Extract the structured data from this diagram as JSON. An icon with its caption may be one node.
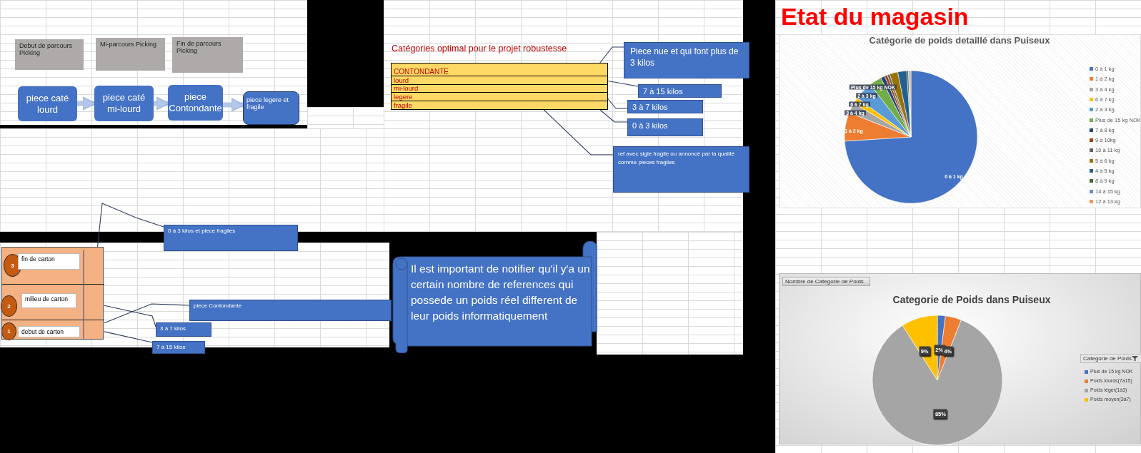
{
  "diagram": {
    "title": "Etat du magasin",
    "nodes": [
      {
        "text": [
          "Debut de parcours Picking"
        ]
      },
      {
        "text": [
          "Mi-parcours Picking"
        ]
      },
      {
        "text": [
          "Fin de parcours Picking"
        ]
      },
      {
        "text": [
          "piece caté lourd"
        ]
      },
      {
        "text": [
          "piece caté mi-lourd"
        ]
      },
      {
        "text": [
          "piece Contondante"
        ]
      },
      {
        "text": [
          "piece legere et fragile"
        ]
      },
      {
        "text": [
          "CONTONDANTE"
        ]
      },
      {
        "text": [
          "lourd"
        ]
      },
      {
        "text": [
          "mi-lourd"
        ]
      },
      {
        "text": [
          "legere"
        ]
      },
      {
        "text": [
          "fragile"
        ]
      },
      {
        "text": [
          "Piece nue et qui font plus de 3 kilos"
        ]
      },
      {
        "text": [
          "7 à 15 kilos"
        ]
      },
      {
        "text": [
          "3 à 7 kilos"
        ]
      },
      {
        "text": [
          "0 à 3 kilos"
        ]
      },
      {
        "text": [
          "ref avec sigle fragile ou annoncé par la qualité comme pieces fragiles"
        ]
      },
      {
        "text": [],
        "shape": "box"
      },
      {
        "text": [],
        "shape": "box",
        "in": 17
      },
      {
        "text": [
          "3"
        ],
        "in": 18
      },
      {
        "text": [
          "fin de carton"
        ],
        "in": 18
      },
      {
        "text": [],
        "shape": "box",
        "in": 17
      },
      {
        "text": [
          "2"
        ],
        "in": 21
      },
      {
        "text": [
          "milieu de carton"
        ],
        "in": 21
      },
      {
        "text": [],
        "shape": "box",
        "in": 17
      },
      {
        "text": [
          "1"
        ],
        "in": 24
      },
      {
        "text": [
          "debut de carton"
        ],
        "in": 24
      },
      {
        "text": [
          "0 à 3 kilos et piece fragiles"
        ]
      },
      {
        "text": [
          "piece Contondante"
        ]
      },
      {
        "text": [
          "3 à 7 kilos"
        ]
      },
      {
        "text": [
          "7 à 15 kilos"
        ]
      },
      {
        "text": [
          "Il est important de notifier qu'il y'a un certain nombre de references qui possede un poids réel different de leur poids informatiquement"
        ]
      }
    ],
    "edges": [
      {
        "from": 3,
        "to": 4,
        "arrow": "to",
        "style": "thick",
        "color": "#b4c7e7"
      },
      {
        "from": 4,
        "to": 5,
        "arrow": "to",
        "style": "thick",
        "color": "#b4c7e7"
      },
      {
        "from": 5,
        "to": 6,
        "arrow": "to",
        "style": "thick",
        "color": "#b4c7e7"
      },
      {
        "from": 12,
        "to": 7,
        "arrow": "none"
      },
      {
        "from": 13,
        "to": 8,
        "arrow": "none"
      },
      {
        "from": 14,
        "to": 9,
        "arrow": "none"
      },
      {
        "from": 15,
        "to": 10,
        "arrow": "none"
      },
      {
        "from": 16,
        "to": 11,
        "arrow": "none"
      },
      {
        "from": 27,
        "to": 18,
        "arrow": "none"
      },
      {
        "from": 28,
        "to": 24,
        "arrow": "none"
      },
      {
        "from": 29,
        "to": 21,
        "arrow": "none"
      },
      {
        "from": 30,
        "to": 24,
        "arrow": "none"
      }
    ],
    "labels": [
      "Catégories optimal pour le projet robustesse",
      "Catégorie de poids detaillé dans Puiseux",
      "Plus de 15 kg NOK",
      "2 à 3 kg",
      "6 à 7 kg",
      "3 à 4 kg",
      "1 à 2 kg",
      "0 à 1 kg",
      "Nombre de Categorie de Poids",
      "Categorie de Poids"
    ],
    "legend": [
      {
        "text": "0 à 1 kg",
        "color": "#4472c4"
      },
      {
        "text": "1 à 2 kg",
        "color": "#ed7d31"
      },
      {
        "text": "3 à 4 kg",
        "color": "#a5a5a5"
      },
      {
        "text": "6 à 7 kg",
        "color": "#ffc000"
      },
      {
        "text": "2 à 3 kg",
        "color": "#5b9bd5"
      },
      {
        "text": "Plus de 15 kg NOK",
        "color": "#70ad47"
      },
      {
        "text": "7 à 8 kg",
        "color": "#264478"
      },
      {
        "text": "9 à 10kg",
        "color": "#9e480e"
      },
      {
        "text": "10 à 11 kg",
        "color": "#636363"
      },
      {
        "text": "5 à 6 kg",
        "color": "#997300"
      },
      {
        "text": "4 à 5 kg",
        "color": "#255e91"
      },
      {
        "text": "8 à 9 kg",
        "color": "#43682b"
      },
      {
        "text": "14 à 15 kg",
        "color": "#698ed0"
      },
      {
        "text": "12 à 13 kg",
        "color": "#f1975a"
      }
    ],
    "chart_data": {
      "type": "pie",
      "title": "Categorie de Poids dans Puiseux",
      "categories": [
        "Plus de 15 kg NOK",
        "Poids lourds(7a15)",
        "Poids léger(1à3)",
        "Poids moyen(3à7)"
      ],
      "values": [
        2,
        4,
        85,
        9
      ],
      "value_labels": [
        "2%",
        "4%",
        "85%",
        "9%"
      ],
      "legend": true
    }
  }
}
